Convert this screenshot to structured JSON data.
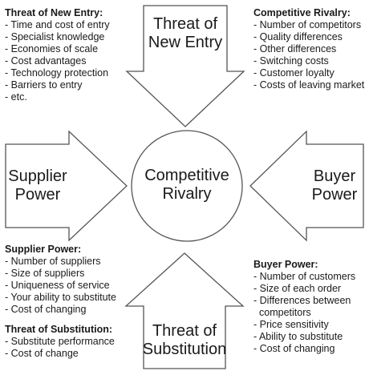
{
  "center_label": "Competitive Rivalry",
  "arrows": {
    "top": "Threat of New Entry",
    "left": "Supplier Power",
    "right": "Buyer Power",
    "bottom": "Threat of Substitution"
  },
  "boxes": {
    "new_entry": {
      "title": "Threat of New Entry:",
      "items": [
        "Time and cost of entry",
        "Specialist knowledge",
        "Economies of scale",
        "Cost advantages",
        "Technology protection",
        "Barriers to entry",
        "etc."
      ]
    },
    "rivalry": {
      "title": "Competitive Rivalry:",
      "items": [
        "Number of competitors",
        "Quality differences",
        "Other differences",
        "Switching costs",
        "Customer loyalty",
        "Costs of leaving market"
      ]
    },
    "supplier": {
      "title": "Supplier Power:",
      "items": [
        "Number of suppliers",
        "Size of suppliers",
        "Uniqueness of service",
        "Your ability to substitute",
        "Cost of changing"
      ]
    },
    "substitution": {
      "title": "Threat of Substitution:",
      "items": [
        "Substitute performance",
        "Cost of change"
      ]
    },
    "buyer": {
      "title": "Buyer Power:",
      "items": [
        "Number of customers",
        "Size of each order",
        "Differences between competitors",
        "Price sensitivity",
        "Ability to substitute",
        "Cost of changing"
      ]
    }
  }
}
